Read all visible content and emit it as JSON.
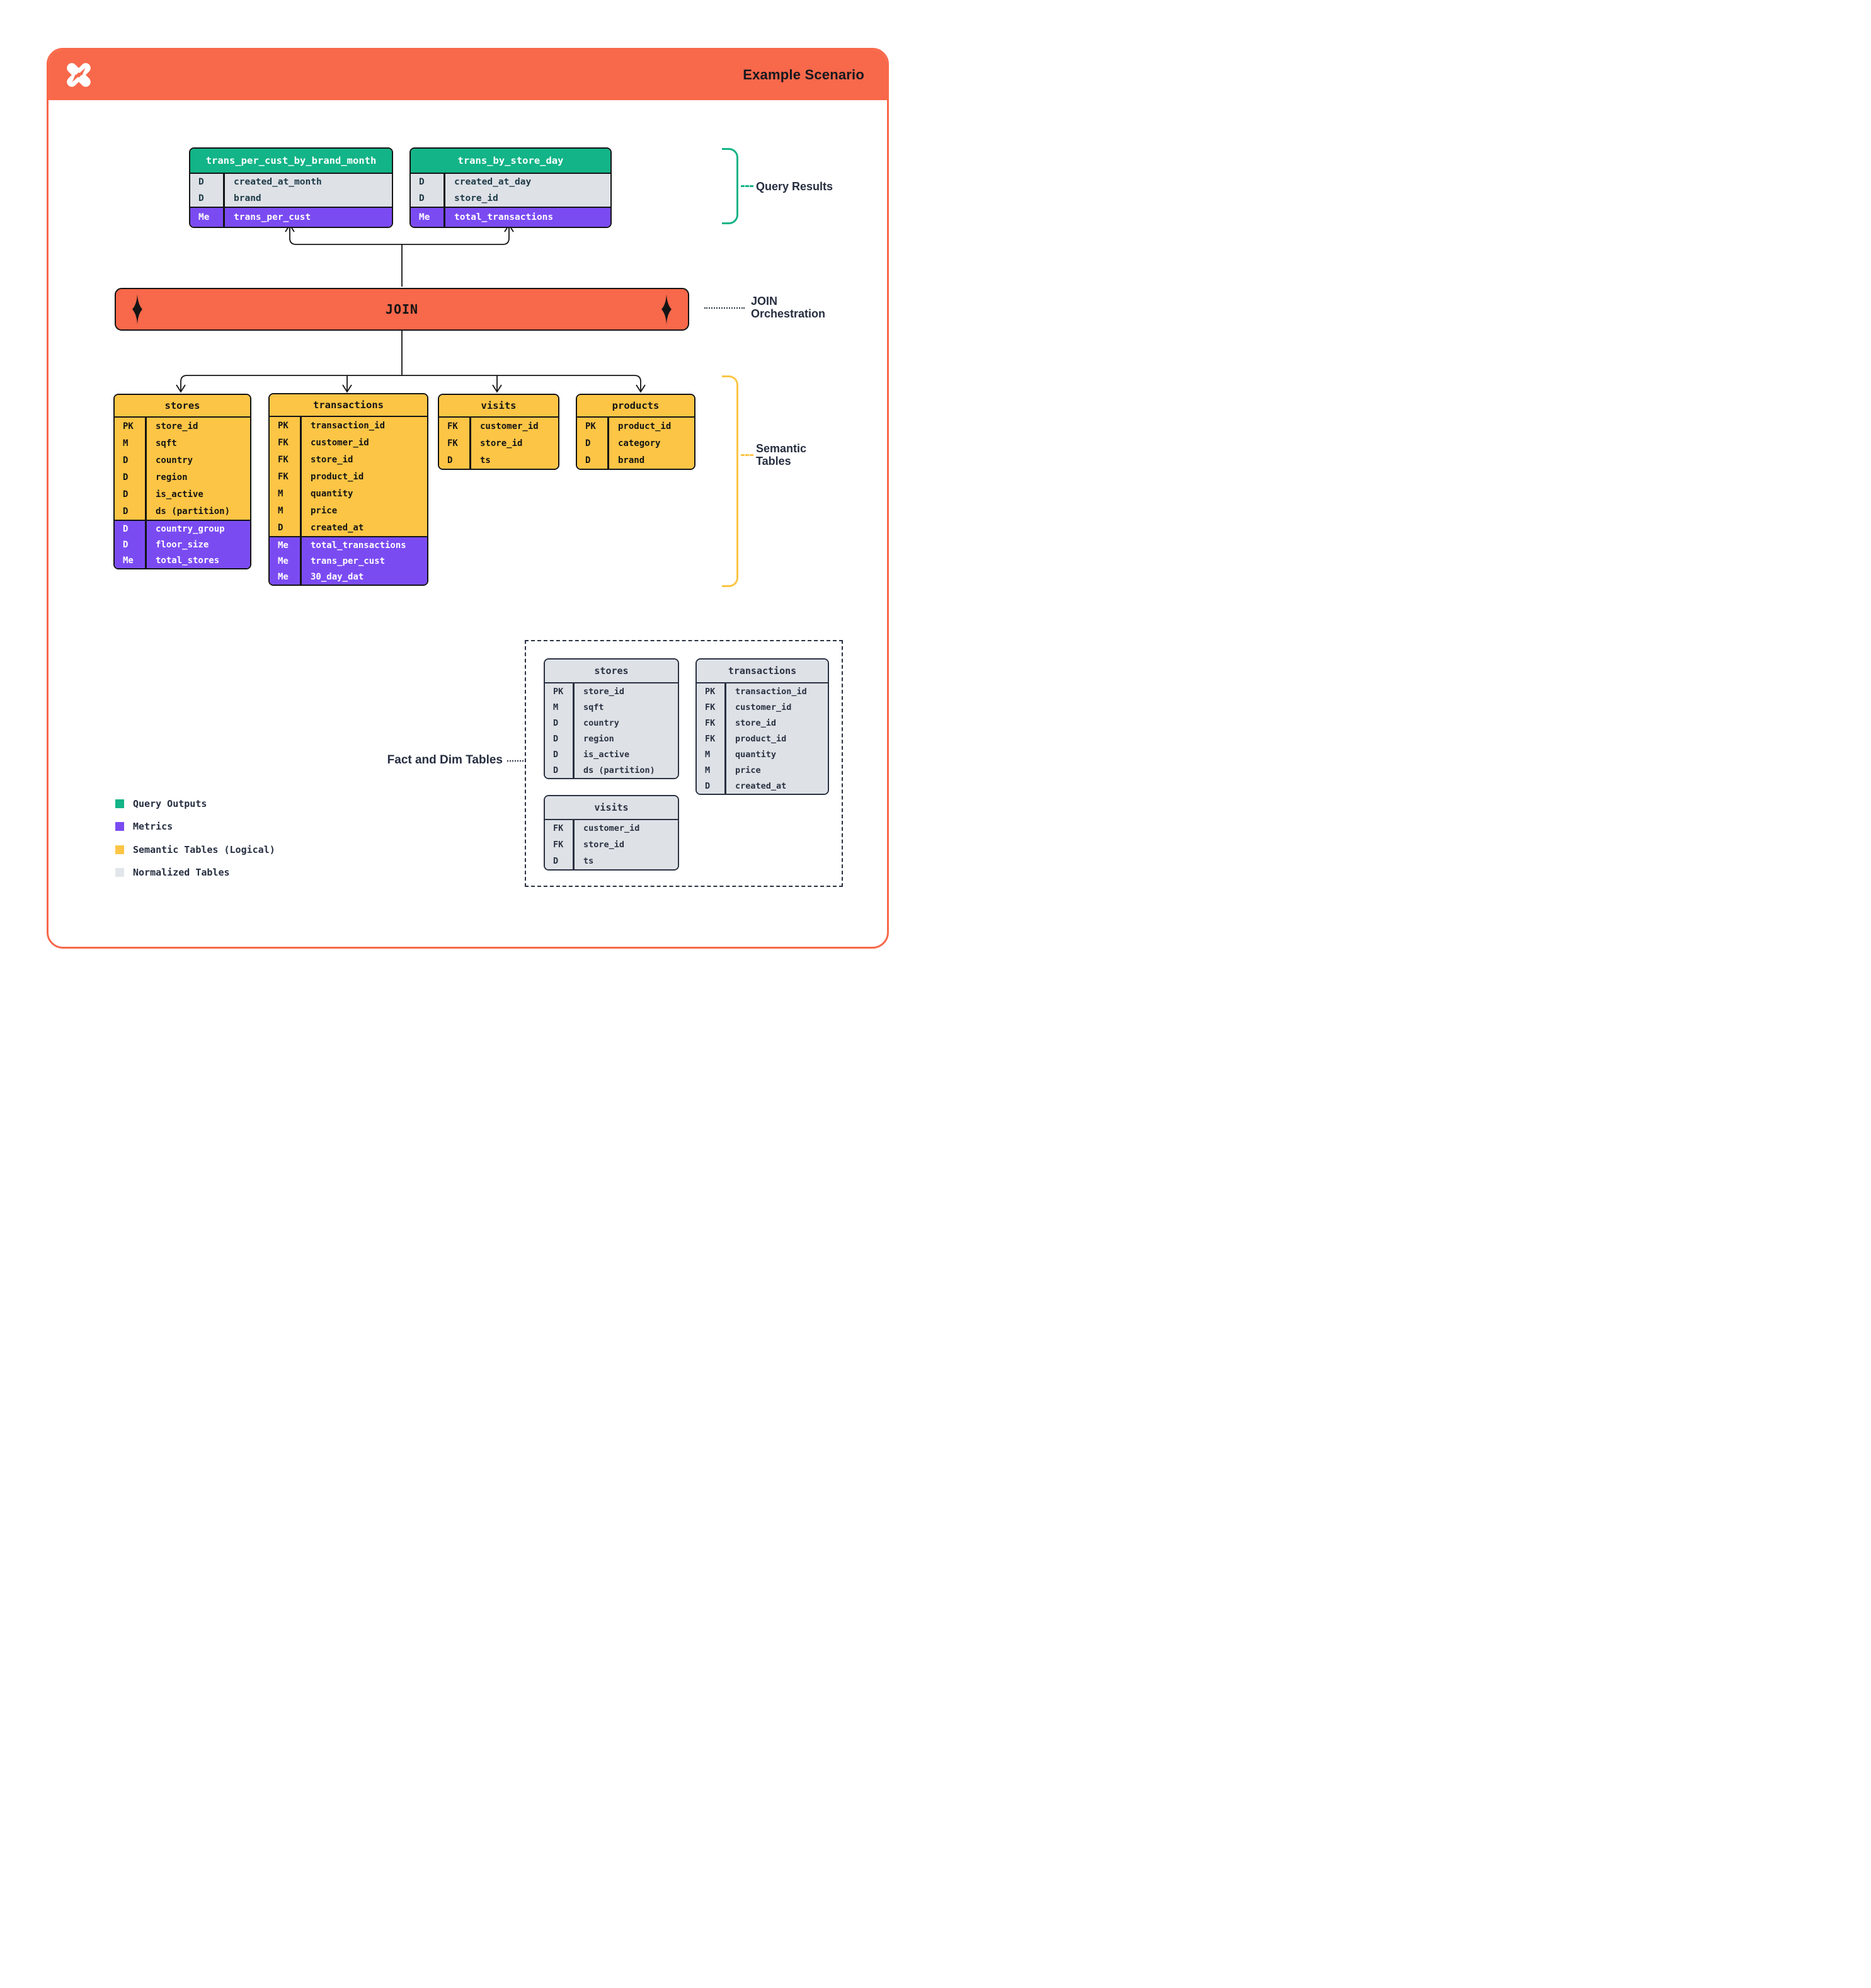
{
  "header": {
    "title": "Example Scenario",
    "logo": "pinwheel-x-logo"
  },
  "annotations": {
    "query_results": "Query Results",
    "join_line1": "JOIN",
    "join_line2": "Orchestration",
    "semantic_line1": "Semantic",
    "semantic_line2": "Tables",
    "fact_dim": "Fact and Dim Tables"
  },
  "join": {
    "label": "JOIN"
  },
  "query_results_tables": [
    {
      "name": "trans_per_cust_by_brand_month",
      "fields": [
        [
          "D",
          "created_at_month"
        ],
        [
          "D",
          "brand"
        ]
      ],
      "metrics": [
        [
          "Me",
          "trans_per_cust"
        ]
      ]
    },
    {
      "name": "trans_by_store_day",
      "fields": [
        [
          "D",
          "created_at_day"
        ],
        [
          "D",
          "store_id"
        ]
      ],
      "metrics": [
        [
          "Me",
          "total_transactions"
        ]
      ]
    }
  ],
  "semantic_tables": [
    {
      "name": "stores",
      "fields": [
        [
          "PK",
          "store_id"
        ],
        [
          "M",
          "sqft"
        ],
        [
          "D",
          "country"
        ],
        [
          "D",
          "region"
        ],
        [
          "D",
          "is_active"
        ],
        [
          "D",
          "ds (partition)"
        ]
      ],
      "metrics": [
        [
          "D",
          "country_group"
        ],
        [
          "D",
          "floor_size"
        ],
        [
          "Me",
          "total_stores"
        ]
      ]
    },
    {
      "name": "transactions",
      "fields": [
        [
          "PK",
          "transaction_id"
        ],
        [
          "FK",
          "customer_id"
        ],
        [
          "FK",
          "store_id"
        ],
        [
          "FK",
          "product_id"
        ],
        [
          "M",
          "quantity"
        ],
        [
          "M",
          "price"
        ],
        [
          "D",
          "created_at"
        ]
      ],
      "metrics": [
        [
          "Me",
          "total_transactions"
        ],
        [
          "Me",
          "trans_per_cust"
        ],
        [
          "Me",
          "30_day_dat"
        ]
      ]
    },
    {
      "name": "visits",
      "fields": [
        [
          "FK",
          "customer_id"
        ],
        [
          "FK",
          "store_id"
        ],
        [
          "D",
          "ts"
        ]
      ],
      "metrics": []
    },
    {
      "name": "products",
      "fields": [
        [
          "PK",
          "product_id"
        ],
        [
          "D",
          "category"
        ],
        [
          "D",
          "brand"
        ]
      ],
      "metrics": []
    }
  ],
  "normalized_tables": [
    {
      "name": "stores",
      "fields": [
        [
          "PK",
          "store_id"
        ],
        [
          "M",
          "sqft"
        ],
        [
          "D",
          "country"
        ],
        [
          "D",
          "region"
        ],
        [
          "D",
          "is_active"
        ],
        [
          "D",
          "ds (partition)"
        ]
      ],
      "metrics": []
    },
    {
      "name": "transactions",
      "fields": [
        [
          "PK",
          "transaction_id"
        ],
        [
          "FK",
          "customer_id"
        ],
        [
          "FK",
          "store_id"
        ],
        [
          "FK",
          "product_id"
        ],
        [
          "M",
          "quantity"
        ],
        [
          "M",
          "price"
        ],
        [
          "D",
          "created_at"
        ]
      ],
      "metrics": []
    },
    {
      "name": "visits",
      "fields": [
        [
          "FK",
          "customer_id"
        ],
        [
          "FK",
          "store_id"
        ],
        [
          "D",
          "ts"
        ]
      ],
      "metrics": []
    }
  ],
  "legend": [
    {
      "label": "Query Outputs",
      "color": "#13B487"
    },
    {
      "label": "Metrics",
      "color": "#7B4BF2"
    },
    {
      "label": "Semantic Tables (Logical)",
      "color": "#FCC545"
    },
    {
      "label": "Normalized Tables",
      "color": "#E2E5E9"
    }
  ],
  "colors": {
    "orange": "#F8684A",
    "green": "#13B487",
    "purple": "#7B4BF2",
    "yellow": "#FCC545",
    "table_gray": "#DEE1E6",
    "navy": "#262E40",
    "line": "#141414"
  }
}
